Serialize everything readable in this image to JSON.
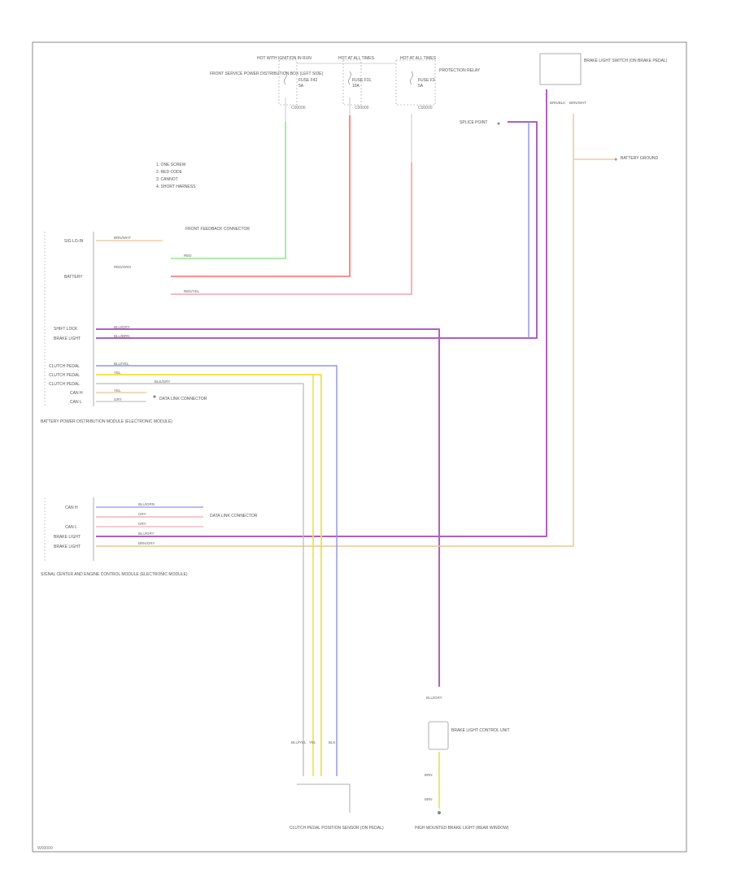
{
  "diagram_code": "W00000",
  "top_fuses": [
    {
      "title": "HOT WITH IGNITION IN RUN",
      "side_note": "FRONT SERVICE POWER DISTRIBUTION BOX (LEFT SIDE)",
      "fuse_name": "FUSE F42",
      "amps": "5A",
      "code": "C00000"
    },
    {
      "title": "HOT AT ALL TIMES",
      "side_note": "",
      "fuse_name": "FUSE F31",
      "amps": "10A",
      "code": "C00000"
    },
    {
      "title": "HOT AT ALL TIMES",
      "side_note": "PROTECTION RELAY",
      "fuse_name": "FUSE F3",
      "amps": "5A",
      "code": "C00000"
    }
  ],
  "brake_switch": {
    "label": "BRAKE LIGHT SWITCH (ON BRAKE PEDAL)",
    "wire": "BRN/BLK",
    "wire2": "BRN/WHT"
  },
  "ground_label": "SPLICE POINT",
  "splice_label": "BATTERY GROUND",
  "legend_notes": [
    "1. ONE SCREW",
    "2. RED CODE",
    "3. CANNOT",
    "4. SHORT HARNESS"
  ],
  "left_module": {
    "pins": [
      "SIG LO-IN",
      "BATTERY",
      "",
      "",
      "SHIFT LOCK",
      "BRAKE LIGHT",
      "",
      "CLUTCH PEDAL",
      "CLUTCH PEDAL",
      "CLUTCH PEDAL",
      "CAN H",
      "CAN L"
    ],
    "wires": [
      "BRN/WHT",
      "RED/GRN",
      "RED",
      "RED/YEL",
      "BLU/GRY",
      "BLU/BRN",
      "BLU/YEL",
      "YEL",
      "BLK/GRY",
      "YEL",
      "GRY"
    ],
    "notes": [
      "FRONT FEEDBACK CONNECTOR",
      "DATA LINK CONNECTOR"
    ],
    "label": "BATTERY POWER DISTRIBUTION MODULE (ELECTRONIC MODULE)"
  },
  "lower_module": {
    "pins": [
      "CAN H",
      "CAN L",
      "BRAKE LIGHT",
      "BRAKE LIGHT"
    ],
    "wires": [
      "BLU/GRN",
      "GRY",
      "GRY",
      "BLU/GRY",
      "BRN/GRY"
    ],
    "label": "SIGNAL CENTER AND ENGINE CONTROL MODULE (ELECTRONIC MODULE)",
    "note": "DATA LINK CONNECTOR"
  },
  "bottom_left": {
    "label": "CLUTCH PEDAL POSITION SENSOR (ON PEDAL)",
    "wires": [
      "BLU/YEL",
      "YEL",
      "BLK"
    ]
  },
  "bottom_right": {
    "label": "HIGH MOUNTED BRAKE LIGHT (REAR WINDOW)",
    "component": "BRAKE LIGHT CONTROL UNIT",
    "wires": [
      "BLU/GRY",
      "BRN",
      "BRN"
    ]
  },
  "wire_colors": {
    "green": "#90e890",
    "red": "#ff6b6b",
    "pink": "#f4a0b0",
    "purple": "#b060c0",
    "blue": "#9090f0",
    "yellow": "#f0e040",
    "tan": "#e8c890",
    "gray": "#b8b8b8",
    "brown": "#c08040"
  }
}
